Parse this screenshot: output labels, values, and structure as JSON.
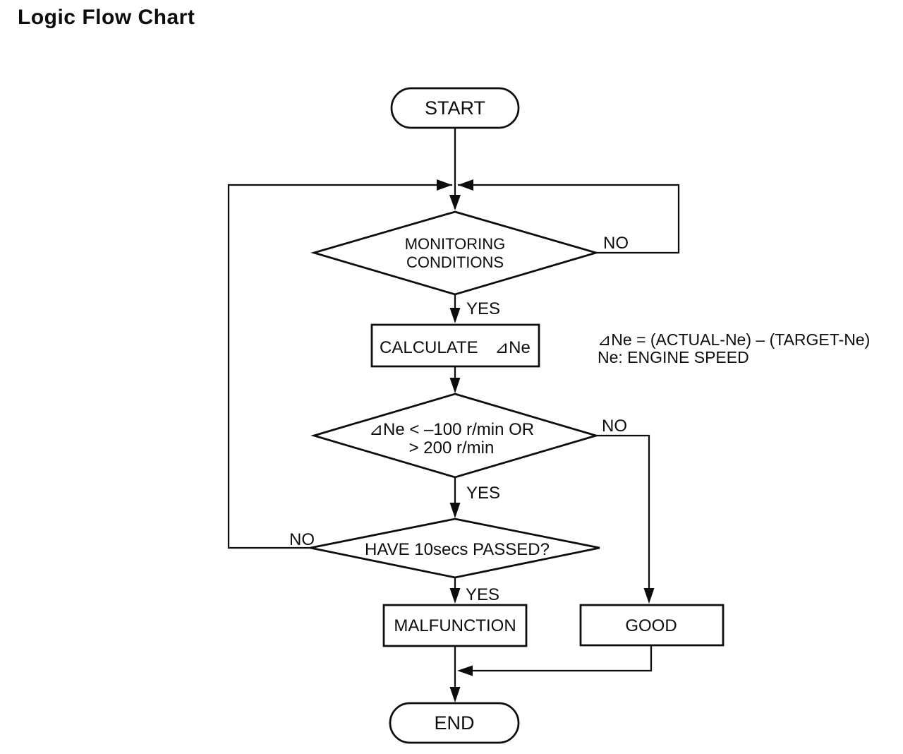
{
  "title": "Logic Flow Chart",
  "colors": {
    "ink": "#0d0d0d",
    "background": "#ffffff"
  },
  "flowchart": {
    "start": {
      "label": "START"
    },
    "decision_monitoring": {
      "line1": "MONITORING",
      "line2": "CONDITIONS",
      "no_label": "NO",
      "yes_label": "YES"
    },
    "process_calculate": {
      "label": "CALCULATE",
      "operand": "⊿Ne"
    },
    "annotation": {
      "line1": "⊿Ne = (ACTUAL-Ne) – (TARGET-Ne)",
      "line2": "Ne: ENGINE SPEED"
    },
    "decision_delta": {
      "line1": "⊿Ne < –100 r/min OR",
      "line2": "> 200 r/min",
      "no_label": "NO",
      "yes_label": "YES"
    },
    "decision_timer": {
      "label": "HAVE 10secs PASSED?",
      "no_label": "NO",
      "yes_label": "YES"
    },
    "process_malfunction": {
      "label": "MALFUNCTION"
    },
    "process_good": {
      "label": "GOOD"
    },
    "end": {
      "label": "END"
    }
  }
}
